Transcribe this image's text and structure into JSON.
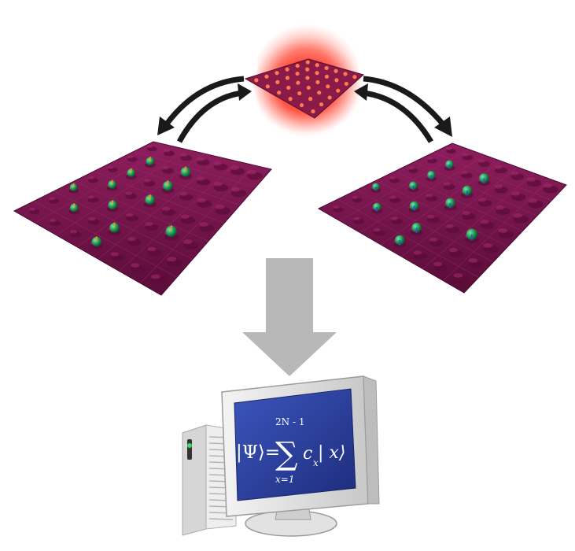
{
  "formula": {
    "upper_limit": "2N - 1",
    "lhs": "|Ψ⟩=",
    "sum": "∑",
    "coef": "c",
    "coef_sub": "x",
    "ket": "| x⟩",
    "lower_limit": "x=1"
  },
  "colors": {
    "lattice": "#7a1550",
    "lattice_dark": "#4a0a30",
    "atom": "#1ea05a",
    "laser": "#ff3a2a",
    "arrow_black": "#1a1a1a",
    "arrow_gray": "#b8b8b8",
    "screen": "#2a3e9c",
    "monitor_body": "#e6e6e6"
  }
}
